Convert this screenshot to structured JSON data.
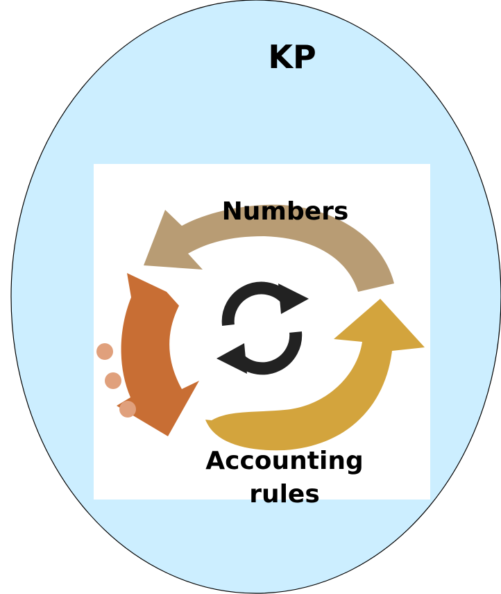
{
  "outer": {
    "title": "KP"
  },
  "cycle": {
    "top_label": "Numbers",
    "bottom_label_line1": "Accounting",
    "bottom_label_line2": "rules"
  },
  "colors": {
    "ellipse_fill": "#cceeff",
    "ellipse_stroke": "#000000",
    "panel_fill": "#ffffff",
    "arrow_tan": "#b89c74",
    "arrow_orange": "#c86e34",
    "arrow_gold": "#d3a43d",
    "dots": "#e0a07c",
    "center_icon": "#222222"
  },
  "icons": {
    "center": "refresh-cycle-icon"
  }
}
